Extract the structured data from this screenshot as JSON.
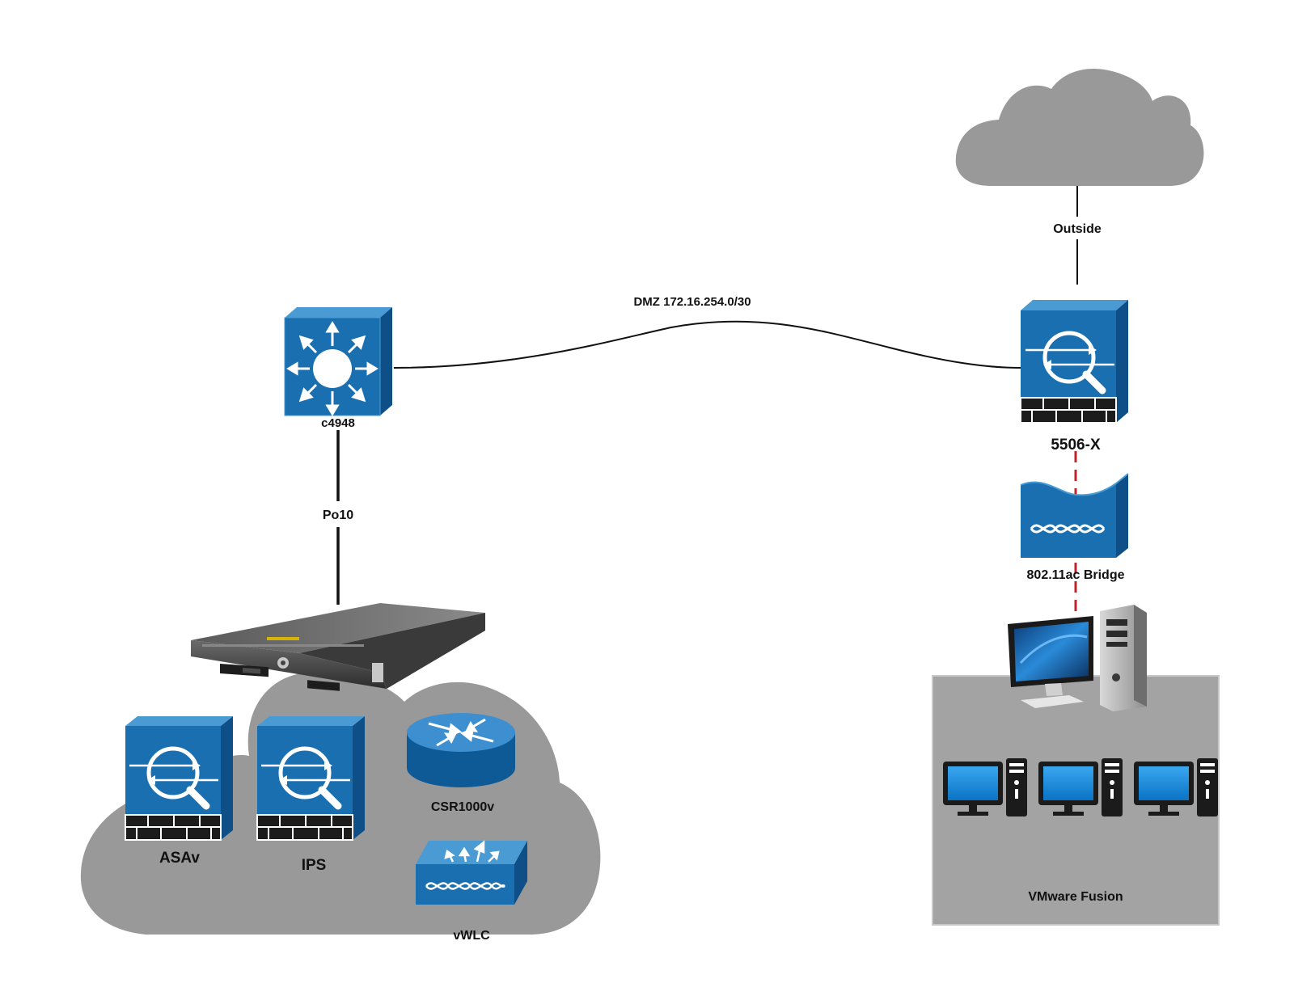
{
  "colors": {
    "device_blue": "#1a6fb0",
    "device_top": "#4a9bd4",
    "device_side": "#0d4f86",
    "cloud_gray": "#999999",
    "fusion_box": "#a3a3a3",
    "wireless_link": "#c0242b",
    "line": "#111111"
  },
  "labels": {
    "switch": "c4948",
    "dmz_link": "DMZ 172.16.254.0/30",
    "firewall": "5506-X",
    "outside_link": "Outside",
    "portchannel": "Po10",
    "bridge": "802.11ac Bridge",
    "vmware": "VMware Fusion",
    "asav": "ASAv",
    "ips": "IPS",
    "csr": "CSR1000v",
    "vwlc": "vWLC"
  },
  "icons": {
    "internet_cloud": "cloud-icon",
    "switch": "layer3-switch-icon",
    "firewall": "asa-firewall-icon",
    "bridge": "wireless-bridge-icon",
    "server": "rack-server-icon",
    "workstation": "desktop-computer-icon",
    "router": "router-icon",
    "wlc": "wireless-controller-icon"
  }
}
